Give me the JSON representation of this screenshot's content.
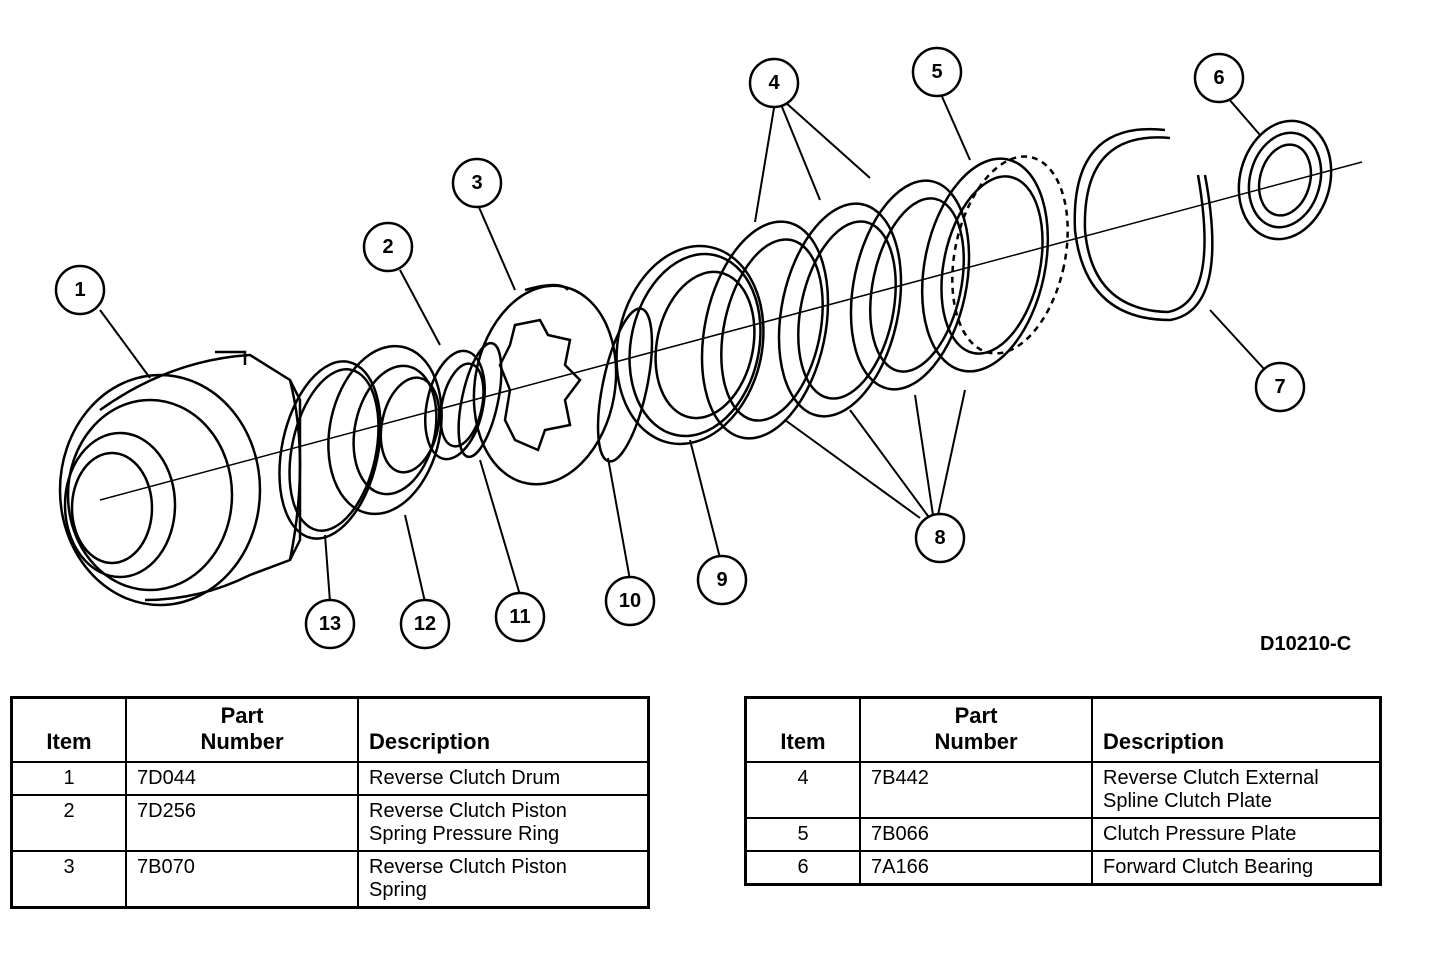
{
  "drawing_id": "D10210-C",
  "callouts": [
    "1",
    "2",
    "3",
    "4",
    "5",
    "6",
    "7",
    "8",
    "9",
    "10",
    "11",
    "12",
    "13"
  ],
  "table_headers": {
    "item": "Item",
    "part_number": "Part\nNumber",
    "description": "Description"
  },
  "left_table": [
    {
      "item": "1",
      "part_number": "7D044",
      "description": "Reverse Clutch Drum"
    },
    {
      "item": "2",
      "part_number": "7D256",
      "description": "Reverse Clutch Piston\nSpring Pressure Ring"
    },
    {
      "item": "3",
      "part_number": "7B070",
      "description": "Reverse Clutch Piston\nSpring"
    }
  ],
  "right_table": [
    {
      "item": "4",
      "part_number": "7B442",
      "description": "Reverse Clutch External\nSpline Clutch Plate"
    },
    {
      "item": "5",
      "part_number": "7B066",
      "description": "Clutch Pressure Plate"
    },
    {
      "item": "6",
      "part_number": "7A166",
      "description": "Forward Clutch Bearing"
    }
  ],
  "colors": {
    "ink": "#000000",
    "paper": "#ffffff"
  }
}
